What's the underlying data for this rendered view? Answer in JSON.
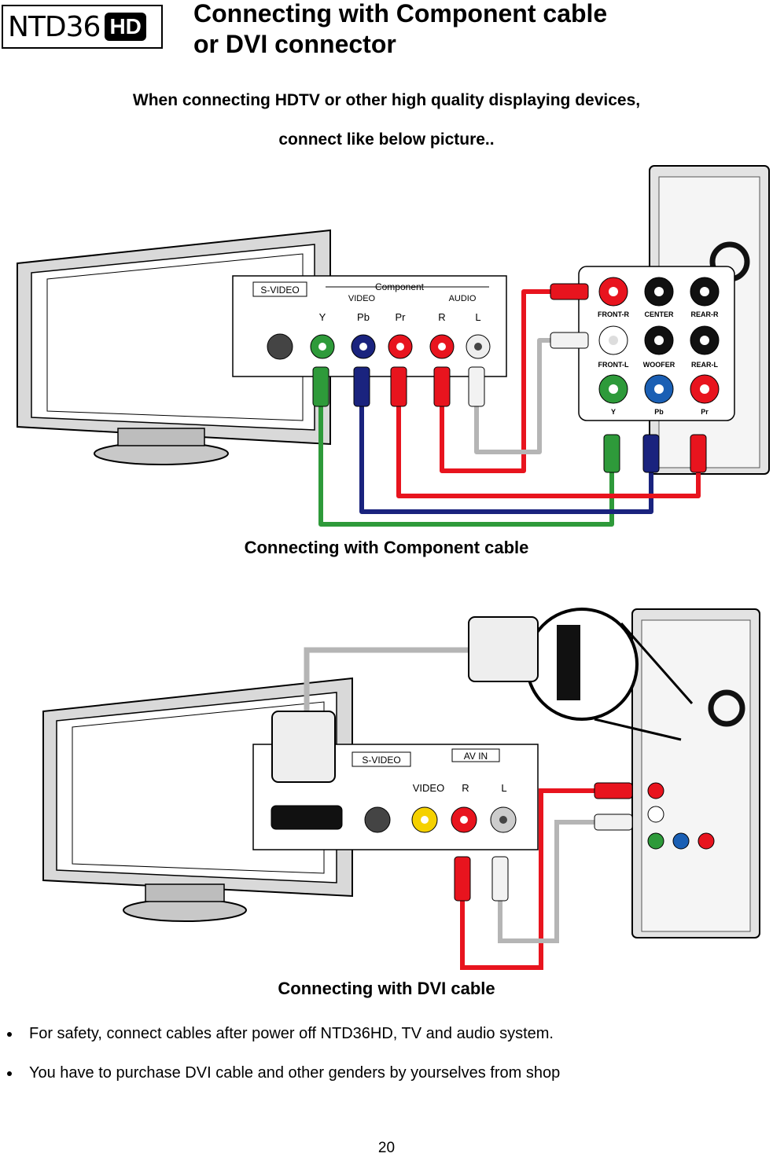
{
  "header": {
    "logo_text": "NTD36",
    "logo_badge": "HD",
    "title_line1": "Connecting with Component cable",
    "title_line2": "or DVI connector"
  },
  "intro": {
    "line1": "When connecting HDTV or other high quality displaying devices,",
    "line2": "connect like below picture.."
  },
  "figure1": {
    "caption": "Connecting with Component cable",
    "tv_panel": {
      "svideo_label": "S-VIDEO",
      "component_label": "Component",
      "video_label": "VIDEO",
      "audio_label": "AUDIO",
      "ports": [
        "Y",
        "Pb",
        "Pr",
        "R",
        "L"
      ]
    },
    "device_panel": {
      "rows": [
        [
          "FRONT-R",
          "CENTER",
          "REAR-R"
        ],
        [
          "FRONT-L",
          "WOOFER",
          "REAR-L"
        ],
        [
          "Y",
          "Pb",
          "Pr"
        ]
      ]
    },
    "cable_colors": {
      "green": "#2e9a3a",
      "blue": "#1a237e",
      "red": "#e8141e",
      "white": "#f2f2f2",
      "grey": "#b5b5b5"
    }
  },
  "figure2": {
    "caption": "Connecting with DVI cable",
    "tv_panel": {
      "svideo_label": "S-VIDEO",
      "avin_label": "AV IN",
      "ports": [
        "VIDEO",
        "R",
        "L"
      ]
    }
  },
  "notes": [
    "For safety, connect cables after power off NTD36HD, TV and audio system.",
    "You have to purchase DVI cable and other genders by yourselves from shop"
  ],
  "page_number": "20"
}
